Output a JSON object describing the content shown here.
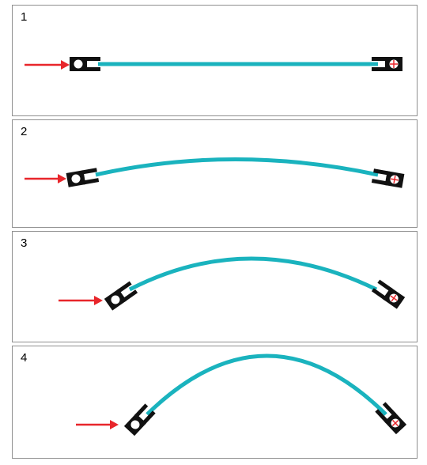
{
  "colors": {
    "strip": "#1ab3be",
    "arrow": "#e8262b",
    "clamp": "#111111",
    "pin": "#e8262b",
    "panel_border": "#8f8f8f"
  },
  "panels": [
    {
      "label": "1",
      "stage": "straight"
    },
    {
      "label": "2",
      "stage": "slight-bend"
    },
    {
      "label": "3",
      "stage": "moderate-bend"
    },
    {
      "label": "4",
      "stage": "strong-bend"
    }
  ],
  "icons": {
    "left_support": "pinned-roller-clamp-icon",
    "right_support": "fixed-pin-clamp-icon",
    "force": "force-arrow-icon"
  }
}
